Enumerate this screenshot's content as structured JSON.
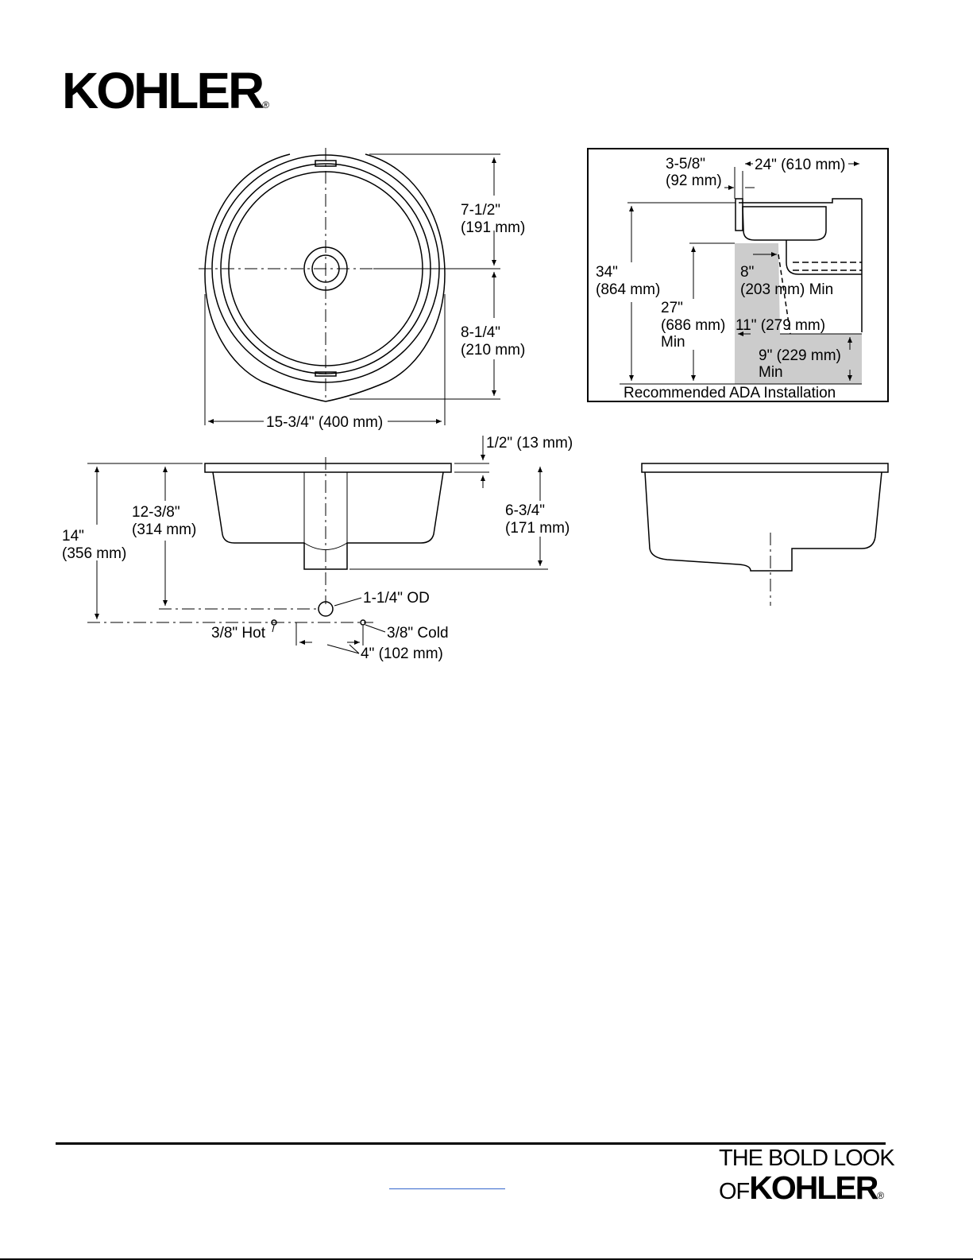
{
  "header": {
    "brand_logo": "KOHLER",
    "registered_mark": "®"
  },
  "top_view": {
    "dim_upper": [
      "7-1/2\"",
      "(191 mm)"
    ],
    "dim_lower": [
      "8-1/4\"",
      "(210 mm)"
    ],
    "dim_width": "15-3/4\" (400 mm)"
  },
  "ada_box": {
    "caption": "Recommended ADA Installation",
    "offset": [
      "3-5/8\"",
      "(92 mm)"
    ],
    "depth": "24\" (610 mm)",
    "rim_height": [
      "34\"",
      "(864 mm)"
    ],
    "knee_height": [
      "27\"",
      "(686 mm)",
      "Min"
    ],
    "knee_depth": [
      "8\"",
      "(203 mm) Min"
    ],
    "toe_depth": "11\" (279 mm)",
    "toe_height": [
      "9\" (229 mm)",
      "Min"
    ]
  },
  "side_view": {
    "rim_thickness": "1/2\" (13 mm)",
    "bowl_depth": [
      "6-3/4\"",
      "(171 mm)"
    ],
    "drain_height": [
      "12-3/8\"",
      "(314 mm)"
    ],
    "total_height": [
      "14\"",
      "(356 mm)"
    ],
    "drain_od": "1-1/4\" OD",
    "hot": "3/8\" Hot",
    "cold": "3/8\" Cold",
    "spacing": "4\" (102 mm)"
  },
  "footer": {
    "tagline_line1": "THE BOLD LOOK",
    "tagline_of": "OF",
    "tagline_brand": "KOHLER",
    "registered_mark": "®"
  }
}
